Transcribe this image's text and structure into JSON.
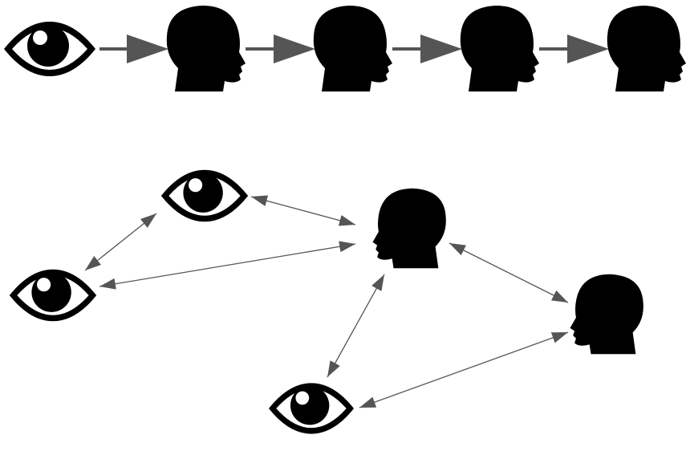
{
  "colors": {
    "background": "#ffffff",
    "icon": "#000000",
    "arrow": "#555555"
  },
  "icons": {
    "eye": "eye-icon",
    "head": "head-profile-icon"
  },
  "chain": {
    "nodes": [
      "eye",
      "head",
      "head",
      "head",
      "head"
    ],
    "links": [
      [
        0,
        1
      ],
      [
        1,
        2
      ],
      [
        2,
        3
      ],
      [
        3,
        4
      ]
    ],
    "direction": "one-way"
  },
  "network": {
    "nodes": [
      "eye",
      "eye",
      "head",
      "head",
      "eye"
    ],
    "links": [
      [
        0,
        1
      ],
      [
        0,
        2
      ],
      [
        1,
        2
      ],
      [
        2,
        3
      ],
      [
        2,
        4
      ],
      [
        3,
        4
      ]
    ],
    "direction": "two-way"
  }
}
